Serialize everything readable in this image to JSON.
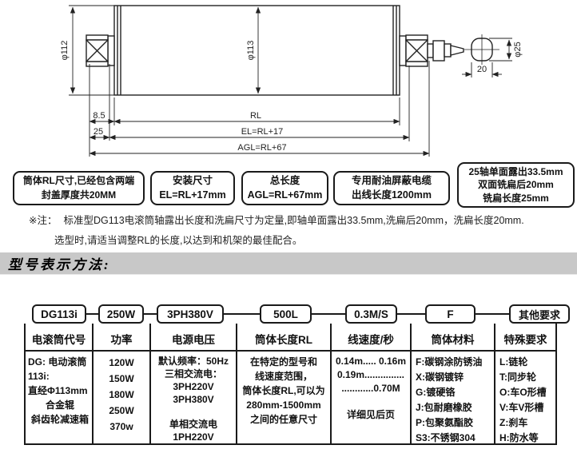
{
  "drawing": {
    "dim_phi112": "φ112",
    "dim_phi113": "φ113",
    "dim_phi25": "φ25",
    "dim_flat20": "20",
    "dim_8_5": "8.5",
    "dim_25": "25",
    "dim_rl": "RL",
    "dim_el": "EL=RL+17",
    "dim_agl": "AGL=RL+67"
  },
  "callouts": [
    {
      "lines": [
        "筒体RL尺寸,已经包含两端",
        "封盖厚度共20MM"
      ]
    },
    {
      "lines": [
        "安装尺寸",
        "EL=RL+17mm"
      ]
    },
    {
      "lines": [
        "总长度",
        "AGL=RL+67mm"
      ]
    },
    {
      "lines": [
        "专用耐油屏蔽电缆",
        "出线长度1200mm"
      ]
    },
    {
      "lines": [
        "25轴单面露出33.5mm",
        "双面铣扁后20mm",
        "铣扁长度25mm"
      ]
    }
  ],
  "note": {
    "label": "※注：",
    "line1": "标准型DG113电滚筒轴露出长度和洗扁尺寸为定量,即轴单面露出33.5mm,洗扁后20mm，洗扁长度20mm.",
    "line2": "选型时,请适当调整RL的长度,以达到和机架的最佳配合。"
  },
  "section_title": "型号表示方法:",
  "model_code_boxes": [
    "DG113i",
    "250W",
    "3PH380V",
    "500L",
    "0.3M/S",
    "F",
    "其他要求"
  ],
  "table": {
    "headers": [
      "电滚筒代号",
      "功率",
      "电源电压",
      "筒体长度RL",
      "线速度/秒",
      "筒体材料",
      "特殊要求"
    ],
    "columns": [
      {
        "lines": [
          "DG: 电动滚筒",
          "113i:",
          "直经Φ113mm",
          "合金辊",
          "斜齿轮减速箱"
        ]
      },
      {
        "lines": [
          "120W",
          "150W",
          "180W",
          "250W",
          "370w"
        ]
      },
      {
        "lines": [
          "默认频率：50Hz",
          "三相交流电：",
          "3PH220V",
          "3PH380V",
          "",
          "单相交流电",
          "1PH220V"
        ]
      },
      {
        "lines": [
          "在特定的型号和",
          "线速度范围，",
          "筒体长度RL,可以为",
          "280mm-1500mm",
          "之间的任意尺寸"
        ]
      },
      {
        "lines": [
          "0.14m..... 0.16m",
          "0.19m...............",
          "............0.70M",
          "",
          "详细见后页"
        ]
      },
      {
        "lines": [
          "F:碳钢涂防锈油",
          "X:碳钢镀锌",
          "G:镀硬铬",
          "J:包耐磨橡胶",
          "P:包聚氨酯胶",
          "S3:不锈钢304"
        ]
      },
      {
        "lines": [
          "L:链轮",
          "T:同步轮",
          "O:车O形槽",
          "V:车V形槽",
          "Z:刹车",
          "H:防水等"
        ]
      }
    ]
  },
  "colors": {
    "line": "#1a1a1a",
    "header_bar": "#c8c8c8"
  }
}
